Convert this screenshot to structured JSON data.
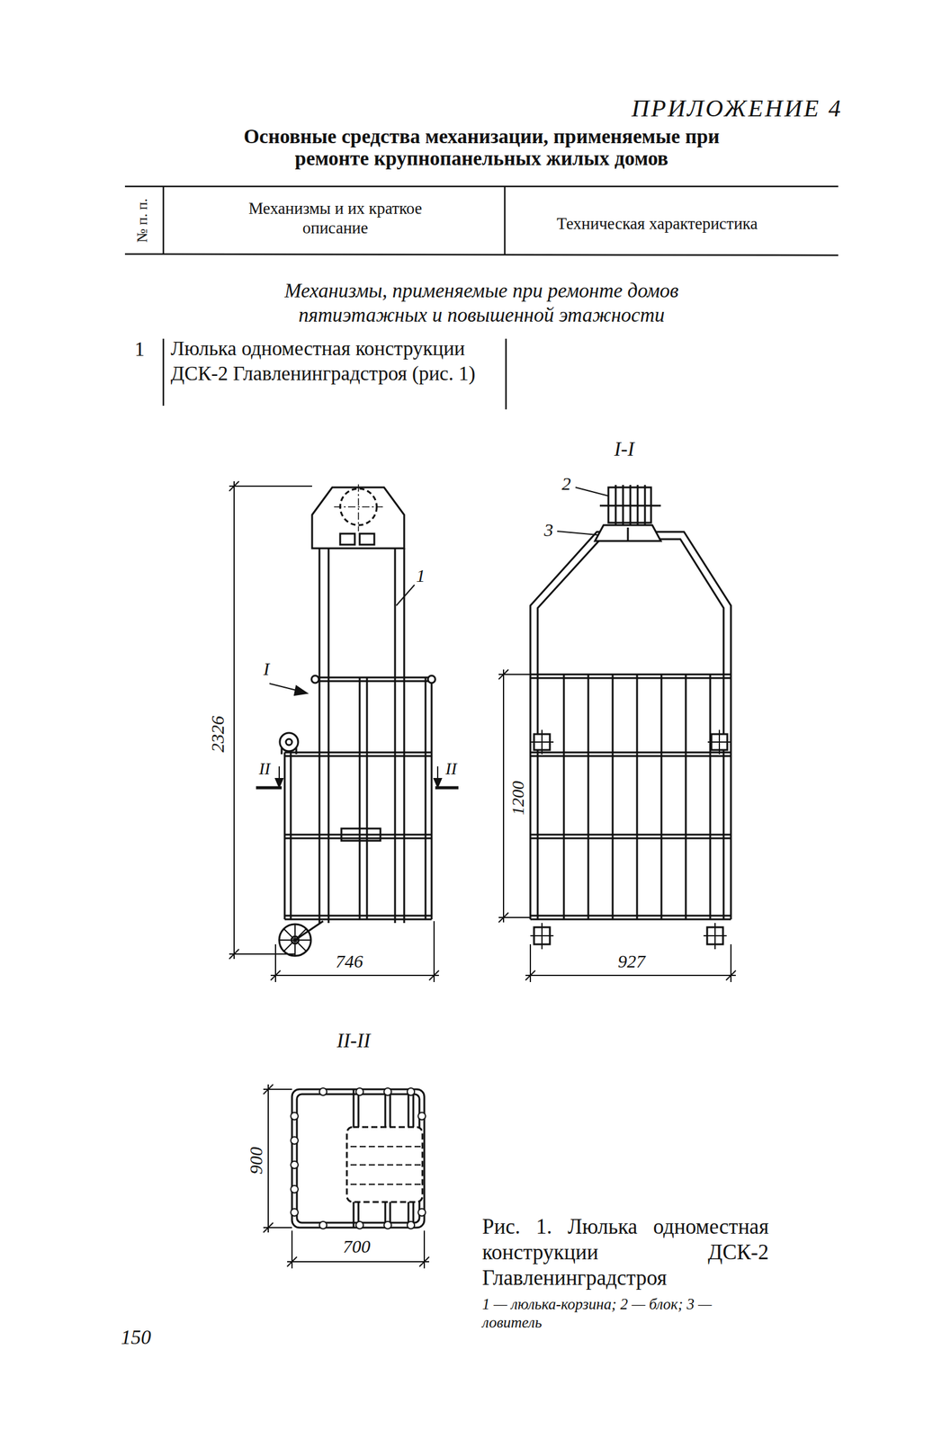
{
  "diagram": {
    "title": "Основные средства механизации, применяемые при ремонте крупнопанельных жилых домов",
    "caption": "Рис. 1. Люлька одноместная конструкции ДСК-2 Главленинградстроя",
    "labels": [
      "ПРИЛОЖЕНИЕ 4",
      "№ п. п.",
      "Механизмы и их краткое описание",
      "Техническая характеристика",
      "Механизмы, применяемые при ремонте домов пятиэтажных и повышенной этажности",
      "1",
      "Люлька одноместная конструкции ДСК-2 Главленинградстроя (рис. 1)",
      "I-I",
      "2",
      "3",
      "1",
      "I",
      "2326",
      "II",
      "II",
      "1200",
      "746",
      "927",
      "II-II",
      "900",
      "700",
      "1 — люлька-корзина; 2 — блок; 3 — ловитель",
      "150"
    ]
  }
}
